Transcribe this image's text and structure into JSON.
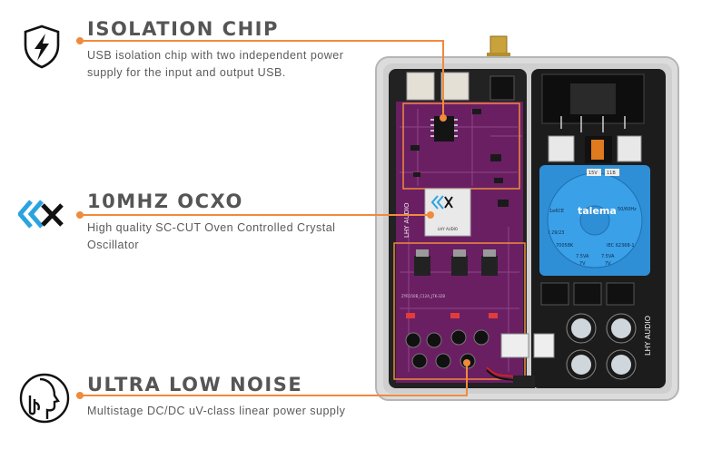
{
  "features": [
    {
      "id": "isolation",
      "icon": "shield-lightning-icon",
      "title": "ISOLATION CHIP",
      "description": "USB isolation chip with two independent power supply for the input and output USB."
    },
    {
      "id": "ocxo",
      "icon": "lhy-logo-icon",
      "title": "10MHZ OCXO",
      "description": "High quality SC-CUT Oven Controlled Crystal Oscillator"
    },
    {
      "id": "noise",
      "icon": "quiet-face-icon",
      "title": "ULTRA LOW NOISE",
      "description": "Multistage DC/DC uV-class linear power supply"
    }
  ],
  "device": {
    "pcb_brand": "LHY AUDIO",
    "pcb_brand_right": "LHY AUDIO",
    "ocxo_label": "LHY AUDIO",
    "transformer": {
      "brand": "talema",
      "line1": "1e6CE",
      "line2": "50/60Hz",
      "line3": "I 29/23",
      "line4": "70058K",
      "line5": "IEC 62368-1",
      "rating_left": "7.5VA",
      "rating_right": "7.5VA",
      "volt_left": "7V",
      "volt_right": "7V",
      "tag_left": "15V",
      "tag_right": "11B"
    },
    "board_code": "ZYR150B_C12A_JTK-32B"
  },
  "colors": {
    "accent": "#f08a3c",
    "heading": "#555555",
    "pcb": "#6a1f63",
    "transformer": "#2f8fd6"
  }
}
